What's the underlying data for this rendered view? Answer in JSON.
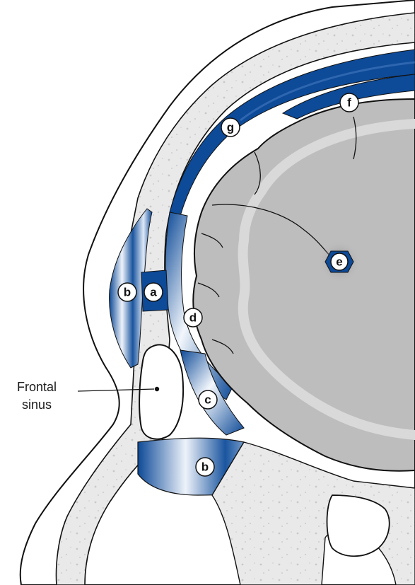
{
  "colors": {
    "blue": "#0d4a97",
    "blue_light": "#c7d9f0",
    "bone": "#e9e9e9",
    "brain": "#bdbdbd",
    "brain_dark": "#a7a7a7",
    "outline": "#111111",
    "skin": "#ffffff"
  },
  "callout": {
    "line1": "Frontal",
    "line2": "sinus"
  },
  "labels": [
    {
      "id": "a",
      "text": "a"
    },
    {
      "id": "b_upper",
      "text": "b"
    },
    {
      "id": "b_lower",
      "text": "b"
    },
    {
      "id": "c",
      "text": "c"
    },
    {
      "id": "d",
      "text": "d"
    },
    {
      "id": "e",
      "text": "e"
    },
    {
      "id": "f",
      "text": "f"
    },
    {
      "id": "g",
      "text": "g"
    }
  ]
}
